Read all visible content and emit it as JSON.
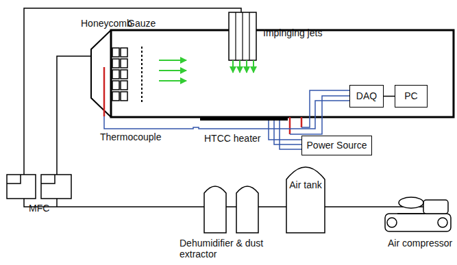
{
  "diagram": {
    "nodes": [
      {
        "text": [
          "DAQ"
        ]
      },
      {
        "text": [
          "PC"
        ]
      },
      {
        "text": [
          "Power Source"
        ]
      },
      {
        "text": [
          "Air tank"
        ]
      }
    ],
    "edges": [
      {
        "from": 0,
        "to": 1,
        "arrow": "none"
      }
    ],
    "labels": [
      "Honeycomb",
      "Gauze",
      "Impinging jets",
      "Thermocouple",
      "HTCC heater",
      "MFC",
      "Dehumidifier & dust extractor",
      "Air compressor"
    ]
  }
}
